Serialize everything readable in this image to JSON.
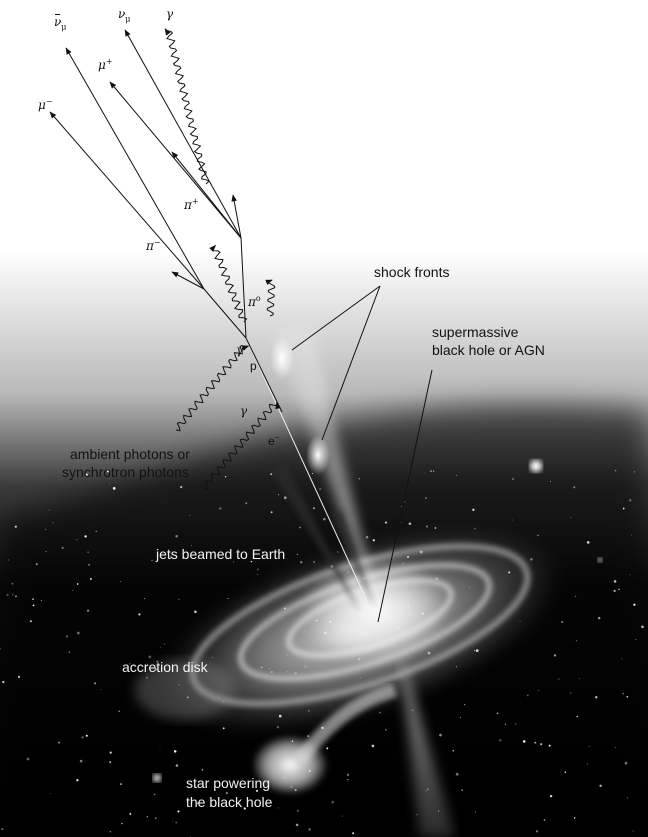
{
  "labels": {
    "shock_fronts": "shock fronts",
    "smbh_line1": "supermassive",
    "smbh_line2": "black hole or AGN",
    "ambient_line1": "ambient photons or",
    "ambient_line2": "synchrotron photons",
    "jets": "jets beamed to Earth",
    "accretion": "accretion disk",
    "star_line1": "star powering",
    "star_line2": "the black hole"
  },
  "particles": {
    "antineutrino": "ν",
    "antineutrino_sub": "μ",
    "neutrino": "ν",
    "neutrino_sub": "μ",
    "gamma_top": "γ",
    "muon_plus": "μ",
    "muon_plus_sup": "+",
    "muon_minus": "μ",
    "muon_minus_sup": "−",
    "pion_plus": "π",
    "pion_plus_sup": "+",
    "pion_minus": "π",
    "pion_minus_sup": "−",
    "pion_zero": "π",
    "pion_zero_sup": "o",
    "gamma_left1": "γ",
    "gamma_left2": "γ",
    "proton": "p",
    "electron": "e",
    "electron_sup": "−"
  },
  "colors": {
    "space": "#000000",
    "glow": "#ffffff",
    "lines": "#111111"
  }
}
